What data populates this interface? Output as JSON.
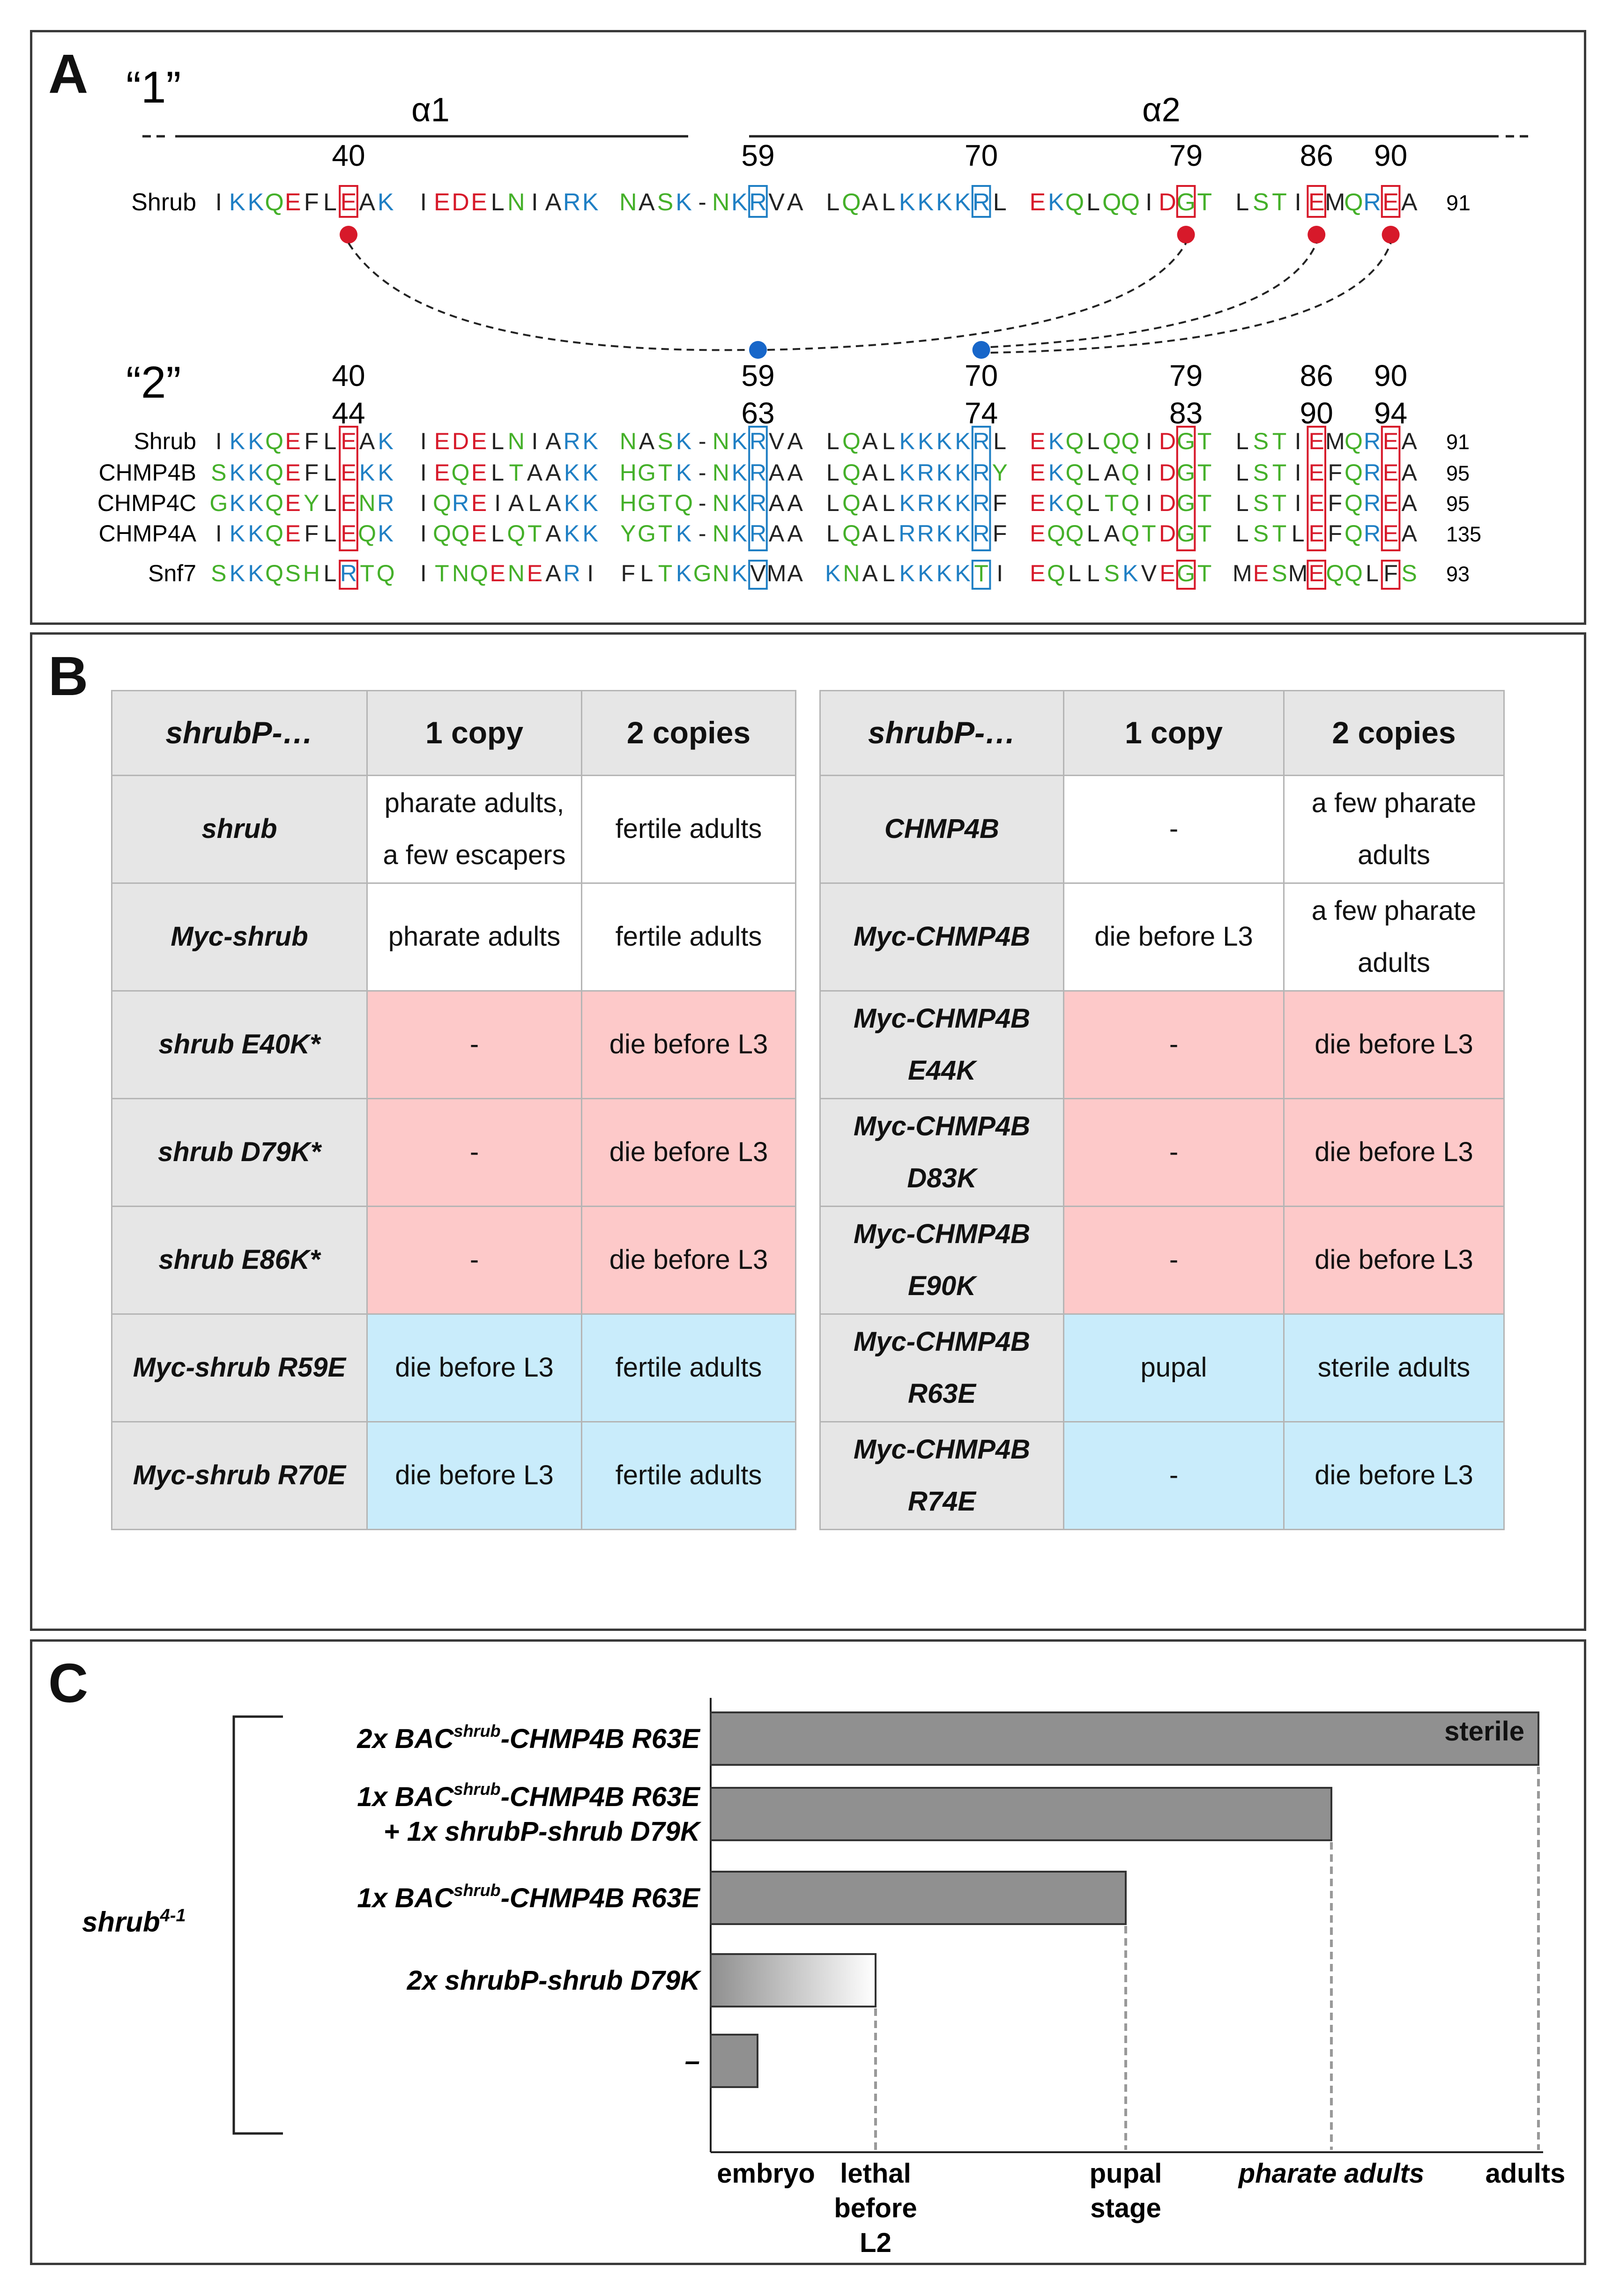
{
  "panelA": {
    "label": "A",
    "group1": "“1”",
    "group2": "“2”",
    "helix1": "α1",
    "helix2": "α2",
    "positions_shrub": [
      "40",
      "59",
      "70",
      "79",
      "86",
      "90"
    ],
    "positions_chmp4b": [
      "44",
      "63",
      "74",
      "83",
      "90",
      "94"
    ],
    "colors": {
      "K": "#1f7fc4",
      "R": "#1f7fc4",
      "E": "#d7192a",
      "D": "#d7192a",
      "polar": "#44b029",
      "other": "#222222",
      "acidic_box": "#d7192a",
      "basic_box": "#1f7fc4",
      "acidic_dot": "#d7192a",
      "basic_dot": "#1766c9"
    },
    "top": {
      "name": "Shrub",
      "seq": "IKKQEFLEAK IEDELNIARK NASK-NKRVA LQALKKKKRL EKQLQQIDGT LSTIEMQREA",
      "end": "91"
    },
    "sequences": [
      {
        "name": "Shrub",
        "seq": "IKKQEFLEAK IEDELNIARK NASK-NKRVA LQALKKKKRL EKQLQQIDGT LSTIEMQREA",
        "end": "91"
      },
      {
        "name": "CHMP4B",
        "seq": "SKKQEFLEKK IEQELTAAKK HGTK-NKRAA LQALKRKKRY EKQLAQIDGT LSTIEFQREA",
        "end": "95"
      },
      {
        "name": "CHMP4C",
        "seq": "GKKQEYLENR IQREIALAKK HGTQ-NKRAA LQALKRKKRF EKQLTQIDGT LSTIEFQREA",
        "end": "95"
      },
      {
        "name": "CHMP4A",
        "seq": "IKKQEFLEQK IQQELQTAKK YGTK-NKRAA LQALRRKKRF EQQLAQTDGT LSTLEFQREA",
        "end": "135"
      },
      {
        "name": "Snf7",
        "seq": "SKKQSHLRTQ ITNQENEARI FLTKGNKVMA KNALKKKKTI EQLLSKVEGT MESMEQQLFS",
        "end": "93"
      }
    ]
  },
  "panelB": {
    "label": "B",
    "left": {
      "headers": [
        "shrubP-…",
        "1 copy",
        "2 copies"
      ],
      "rows": [
        {
          "construct": "shrub",
          "one": "pharate adults, a few escapers",
          "two": "fertile adults",
          "cls": "w"
        },
        {
          "construct": "Myc-shrub",
          "one": "pharate adults",
          "two": "fertile adults",
          "cls": "w"
        },
        {
          "construct": "shrub E40K*",
          "one": "-",
          "two": "die before L3",
          "cls": "p"
        },
        {
          "construct": "shrub D79K*",
          "one": "-",
          "two": "die before L3",
          "cls": "p"
        },
        {
          "construct": "shrub E86K*",
          "one": "-",
          "two": "die before L3",
          "cls": "p"
        },
        {
          "construct": "Myc-shrub R59E",
          "one": "die before L3",
          "two": "fertile adults",
          "cls": "b"
        },
        {
          "construct": "Myc-shrub R70E",
          "one": "die before L3",
          "two": "fertile adults",
          "cls": "b"
        }
      ]
    },
    "right": {
      "headers": [
        "shrubP-…",
        "1 copy",
        "2 copies"
      ],
      "rows": [
        {
          "construct": "CHMP4B",
          "one": "-",
          "two": "a few pharate adults",
          "cls": "w"
        },
        {
          "construct": "Myc-CHMP4B",
          "one": "die before L3",
          "two": "a few pharate adults",
          "cls": "w"
        },
        {
          "construct": "Myc-CHMP4B E44K",
          "one": "-",
          "two": "die before L3",
          "cls": "p"
        },
        {
          "construct": "Myc-CHMP4B D83K",
          "one": "-",
          "two": "die before L3",
          "cls": "p"
        },
        {
          "construct": "Myc-CHMP4B E90K",
          "one": "-",
          "two": "die before L3",
          "cls": "p"
        },
        {
          "construct": "Myc-CHMP4B R63E",
          "one": "pupal",
          "two": "sterile adults",
          "cls": "b"
        },
        {
          "construct": "Myc-CHMP4B R74E",
          "one": "-",
          "two": "die before L3",
          "cls": "b"
        }
      ]
    }
  },
  "panelC": {
    "label": "C",
    "genotype_base": "shrub",
    "genotype_sup": "4-1",
    "rows": [
      {
        "lines": [
          {
            "pre": "2x BAC",
            "sup": "shrub",
            "post": "-CHMP4B R63E"
          }
        ],
        "reach": 4,
        "note": "sterile",
        "gradient": false
      },
      {
        "lines": [
          {
            "pre": "1x BAC",
            "sup": "shrub",
            "post": "-CHMP4B R63E"
          },
          {
            "pre": "+ 1x shrubP-shrub D79K",
            "sup": "",
            "post": ""
          }
        ],
        "reach": 3,
        "note": "",
        "gradient": false
      },
      {
        "lines": [
          {
            "pre": "1x BAC",
            "sup": "shrub",
            "post": "-CHMP4B R63E"
          }
        ],
        "reach": 2,
        "note": "",
        "gradient": false
      },
      {
        "lines": [
          {
            "pre": "2x shrubP-shrub D79K",
            "sup": "",
            "post": ""
          }
        ],
        "reach": 1,
        "note": "",
        "gradient": true
      },
      {
        "lines": [
          {
            "pre": "–",
            "sup": "",
            "post": ""
          }
        ],
        "reach": 0,
        "note": "",
        "gradient": false
      }
    ],
    "stages": [
      {
        "lines": [
          "embryo"
        ],
        "italic": false
      },
      {
        "lines": [
          "lethal",
          "before",
          "L2"
        ],
        "italic": false
      },
      {
        "lines": [
          "pupal",
          "stage"
        ],
        "italic": false
      },
      {
        "lines": [
          "pharate adults"
        ],
        "italic": true
      },
      {
        "lines": [
          "adults"
        ],
        "italic": false
      }
    ],
    "bar_fill": "#909090",
    "bar_edge": "#333333"
  }
}
